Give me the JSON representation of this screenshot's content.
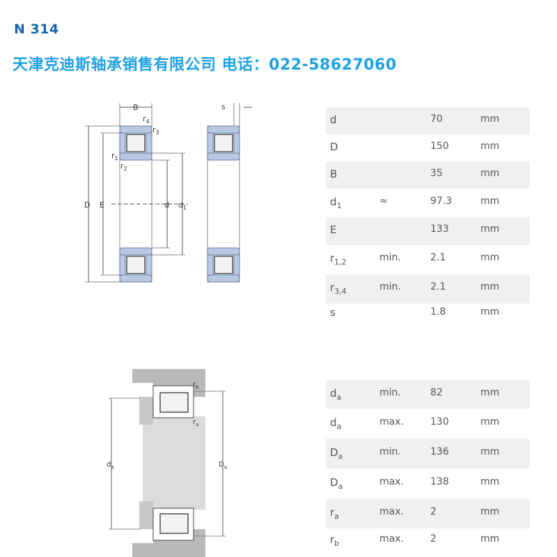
{
  "header": {
    "title": "N 314",
    "company": "天津克迪斯轴承销售有限公司  电话：022-58627060"
  },
  "drawing_labels": {
    "B": "B",
    "s": "s",
    "r4": "r",
    "r4_sub": "4",
    "r3": "r",
    "r3_sub": "3",
    "r1": "r",
    "r1_sub": "1",
    "r2": "r",
    "r2_sub": "2",
    "D": "D",
    "E": "E",
    "d": "d",
    "d1": "d",
    "d1_sub": "1",
    "rb": "r",
    "rb_sub": "b",
    "ra": "r",
    "ra_sub": "a",
    "da": "d",
    "da_sub": "a",
    "Da": "D",
    "Da_sub": "a"
  },
  "dimensions": [
    {
      "sym": "d",
      "sub": "",
      "qual": "",
      "value": "70",
      "unit": "mm"
    },
    {
      "sym": "D",
      "sub": "",
      "qual": "",
      "value": "150",
      "unit": "mm"
    },
    {
      "sym": "B",
      "sub": "",
      "qual": "",
      "value": "35",
      "unit": "mm"
    },
    {
      "sym": "d",
      "sub": "1",
      "qual": "≈",
      "value": "97.3",
      "unit": "mm"
    },
    {
      "sym": "E",
      "sub": "",
      "qual": "",
      "value": "133",
      "unit": "mm"
    },
    {
      "sym": "r",
      "sub": "1,2",
      "qual": "min.",
      "value": "2.1",
      "unit": "mm"
    },
    {
      "sym": "r",
      "sub": "3,4",
      "qual": "min.",
      "value": "2.1",
      "unit": "mm"
    },
    {
      "sym": "s",
      "sub": "",
      "qual": "",
      "value": "1.8",
      "unit": "mm"
    }
  ],
  "abutment": [
    {
      "sym": "d",
      "sub": "a",
      "qual": "min.",
      "value": "82",
      "unit": "mm"
    },
    {
      "sym": "d",
      "sub": "a",
      "qual": "max.",
      "value": "130",
      "unit": "mm"
    },
    {
      "sym": "D",
      "sub": "a",
      "qual": "min.",
      "value": "136",
      "unit": "mm"
    },
    {
      "sym": "D",
      "sub": "a",
      "qual": "max.",
      "value": "138",
      "unit": "mm"
    },
    {
      "sym": "r",
      "sub": "a",
      "qual": "max.",
      "value": "2",
      "unit": "mm"
    },
    {
      "sym": "r",
      "sub": "b",
      "qual": "max.",
      "value": "2",
      "unit": "mm"
    }
  ]
}
